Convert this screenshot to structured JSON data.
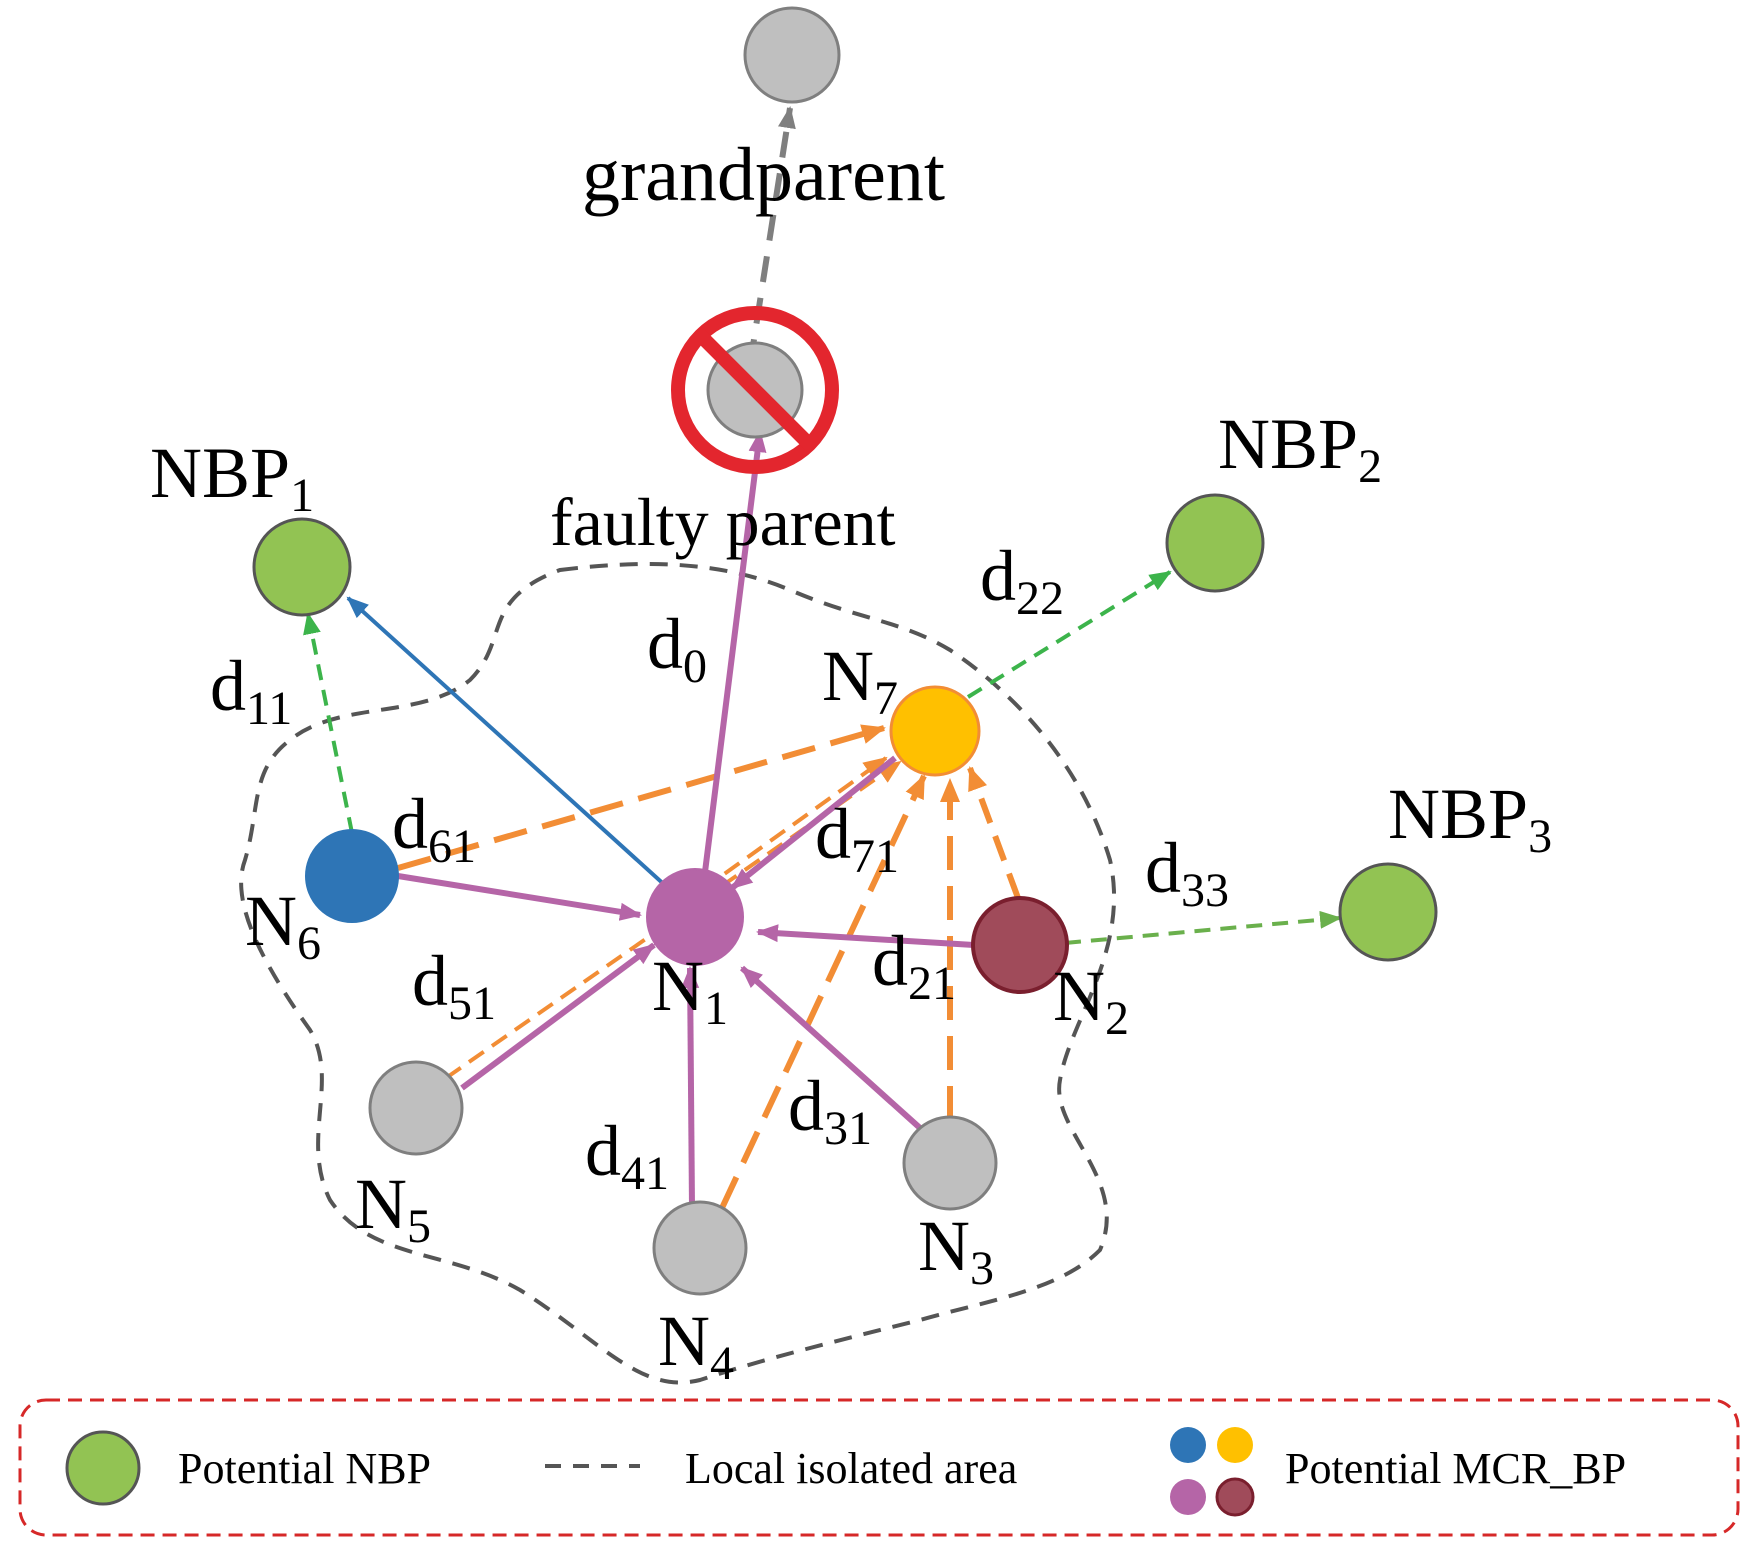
{
  "labels": {
    "grandparent": "grandparent",
    "faulty_parent": "faulty parent",
    "nbp1": {
      "main": "NBP",
      "sub": "1"
    },
    "nbp2": {
      "main": "NBP",
      "sub": "2"
    },
    "nbp3": {
      "main": "NBP",
      "sub": "3"
    },
    "n1": {
      "main": "N",
      "sub": "1"
    },
    "n2": {
      "main": "N",
      "sub": "2"
    },
    "n3": {
      "main": "N",
      "sub": "3"
    },
    "n4": {
      "main": "N",
      "sub": "4"
    },
    "n5": {
      "main": "N",
      "sub": "5"
    },
    "n6": {
      "main": "N",
      "sub": "6"
    },
    "n7": {
      "main": "N",
      "sub": "7"
    },
    "d0": {
      "main": "d",
      "sub": "0"
    },
    "d11": {
      "main": "d",
      "sub": "11"
    },
    "d22": {
      "main": "d",
      "sub": "22"
    },
    "d33": {
      "main": "d",
      "sub": "33"
    },
    "d61": {
      "main": "d",
      "sub": "61"
    },
    "d71": {
      "main": "d",
      "sub": "71"
    },
    "d51": {
      "main": "d",
      "sub": "51"
    },
    "d21": {
      "main": "d",
      "sub": "21"
    },
    "d41": {
      "main": "d",
      "sub": "41"
    },
    "d31": {
      "main": "d",
      "sub": "31"
    }
  },
  "legend": {
    "potential_nbp": "Potential NBP",
    "local_isolated_area": "Local isolated area",
    "potential_mcr_bp": "Potential MCR_BP"
  },
  "colors": {
    "gray_node": "#bfbfbf",
    "green_node": "#92c353",
    "blue_node": "#2e75b6",
    "yellow_node": "#ffc000",
    "purple_node": "#b565a7",
    "maroon_node": "#a04b5a",
    "orange_line": "#f28d35",
    "purple_line": "#b565a7",
    "blue_line": "#2e75b6",
    "green_line": "#3cb44b",
    "prohibit_red": "#e3262e",
    "legend_border": "#d62828"
  }
}
